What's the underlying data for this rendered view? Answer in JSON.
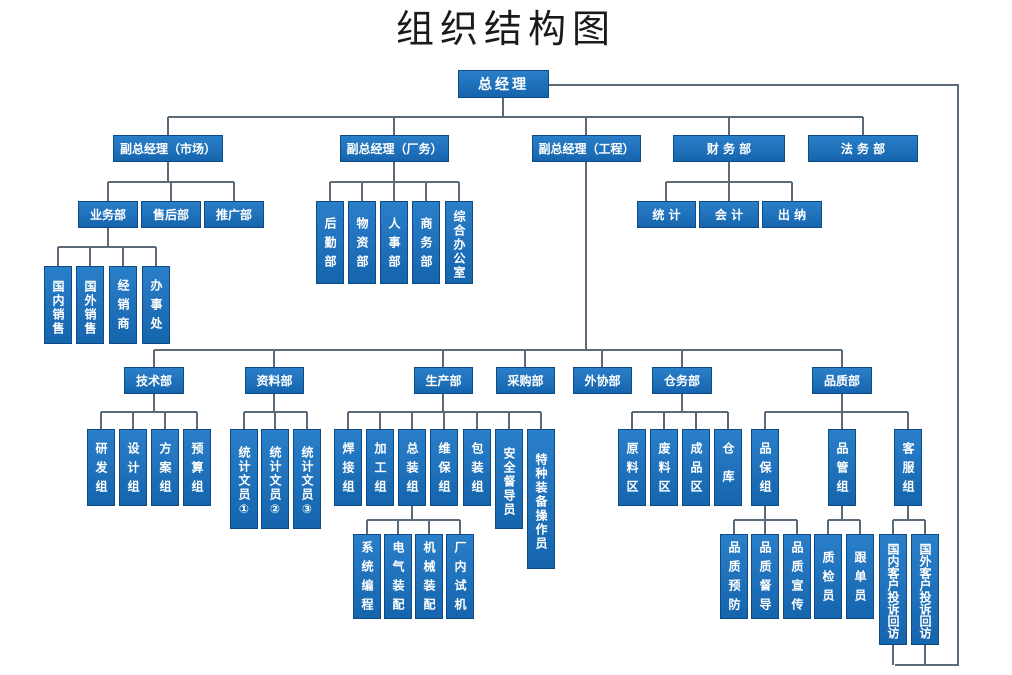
{
  "title": "组织结构图",
  "nodes": {
    "general_manager": "总经理",
    "vp_market": "副总经理（市场）",
    "vp_factory": "副总经理（厂务）",
    "vp_engineering": "副总经理（工程）",
    "finance": "财 务 部",
    "legal": "法 务 部",
    "sales": "业务部",
    "after_sales": "售后部",
    "promotion": "推广部",
    "domestic_sales": "国内销售",
    "foreign_sales": "国外销售",
    "distributor": "经销商",
    "office": "办事处",
    "logistics": "后勤部",
    "materials": "物资部",
    "hr": "人事部",
    "commerce": "商务部",
    "general_office": "综合办公室",
    "statistics": "统 计",
    "accounting": "会 计",
    "cashier": "出 纳",
    "tech": "技术部",
    "data": "资料部",
    "production": "生产部",
    "purchasing": "采购部",
    "outsourcing": "外协部",
    "warehouse": "仓务部",
    "quality": "品质部",
    "rd_group": "研发组",
    "design_group": "设计组",
    "plan_group": "方案组",
    "budget_group": "预算组",
    "clerk1": "统计文员①",
    "clerk2": "统计文员②",
    "clerk3": "统计文员③",
    "welding": "焊接组",
    "machining": "加工组",
    "assembly": "总装组",
    "maintenance": "维保组",
    "packing": "包装组",
    "safety": "安全督导员",
    "special_ops": "特种装备操作员",
    "sys_programming": "系统编程",
    "electrical": "电气装配",
    "mechanical": "机械装配",
    "trial_run": "厂内试机",
    "raw_area": "原料区",
    "scrap_area": "废料区",
    "finished_area": "成品区",
    "storeroom": "仓库",
    "qa_group": "品保组",
    "qm_group": "品管组",
    "cs_group": "客服组",
    "qa_prevention": "品质预防",
    "qa_supervision": "品质督导",
    "qa_promotion": "品质宣传",
    "inspector": "质检员",
    "follower": "跟单员",
    "domestic_complaint": "国内客户投诉回访",
    "foreign_complaint": "国外客户投诉回访"
  },
  "colors": {
    "box_fill": "#1e6fba",
    "box_border": "#0d4a86",
    "line": "#5a6a78",
    "text": "#ffffff"
  }
}
